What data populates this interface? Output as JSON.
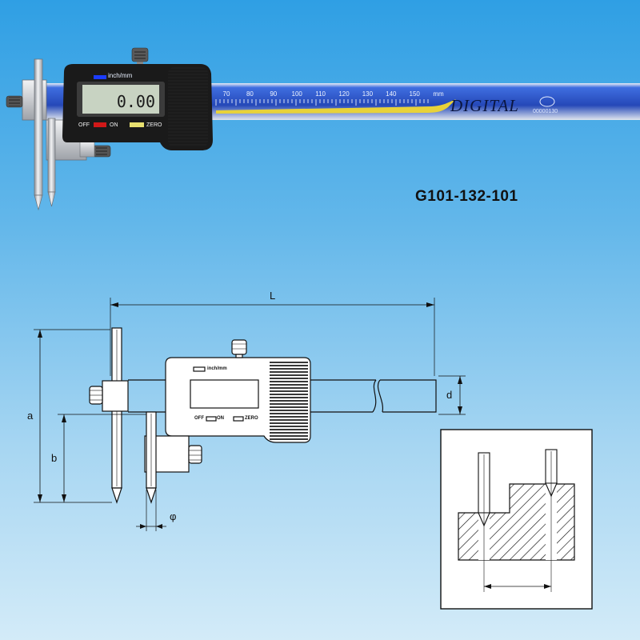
{
  "product": {
    "model_code": "G101-132-101",
    "display_reading": "0.00",
    "unit_label": "inch/mm",
    "buttons": {
      "off": "OFF",
      "on": "ON",
      "zero": "ZERO"
    },
    "brand_text": "DIGITAL",
    "serial_text": "00000130",
    "scale_labels": [
      "70",
      "80",
      "90",
      "100",
      "110",
      "120",
      "130",
      "140",
      "150"
    ],
    "scale_unit": "mm"
  },
  "drawing": {
    "dim_length": "L",
    "dim_height_a": "a",
    "dim_height_b": "b",
    "dim_thickness": "d",
    "dim_diameter": "φ",
    "unit_label": "inch/mm",
    "buttons": {
      "off": "OFF",
      "on": "ON",
      "zero": "ZERO"
    }
  },
  "colors": {
    "beam_blue": "#2a55c8",
    "body_black": "#1a1a1a",
    "steel": "#c9ccd0",
    "off_button": "#d01818",
    "zero_button": "#e8e070",
    "hatch": "#111111"
  }
}
